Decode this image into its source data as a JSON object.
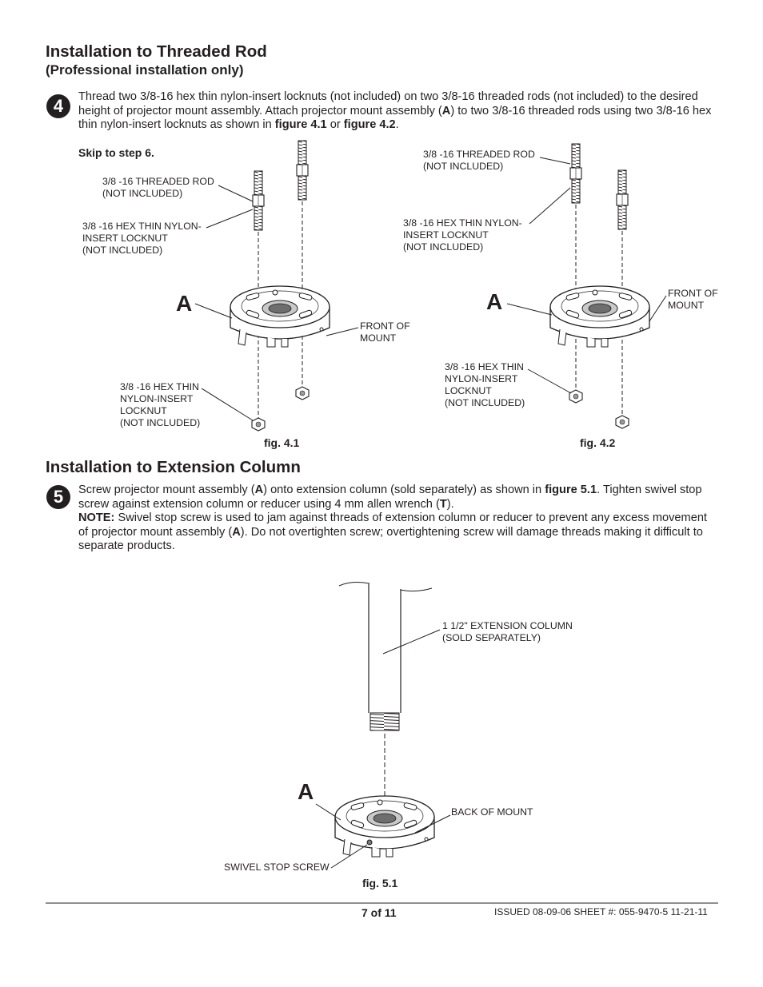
{
  "section1": {
    "title": "Installation to Threaded Rod",
    "subtitle": "(Professional installation only)"
  },
  "step4": {
    "number": "4",
    "text_a": "Thread two 3/8-16 hex thin nylon-insert locknuts (not included) on two 3/8-16 threaded rods (not included) to the desired height of projector mount assembly.  Attach projector mount assembly (",
    "bold_a": "A",
    "text_b": ") to two 3/8-16 threaded rods using two 3/8-16 hex thin nylon-insert locknuts as shown in ",
    "bold_fig1": "figure 4.1",
    "text_or": " or ",
    "bold_fig2": "figure 4.2",
    "text_end": ".",
    "skip": "Skip to step 6."
  },
  "fig41": {
    "rod_label_1": "3/8 -16 THREADED ROD",
    "rod_label_2": "(NOT INCLUDED)",
    "nut_top_1": "3/8 -16 HEX THIN NYLON-",
    "nut_top_2": "INSERT LOCKNUT",
    "nut_top_3": "(NOT INCLUDED)",
    "front_1": "FRONT OF",
    "front_2": "MOUNT",
    "nut_bot_1": "3/8 -16 HEX THIN",
    "nut_bot_2": "NYLON-INSERT",
    "nut_bot_3": "LOCKNUT",
    "nut_bot_4": "(NOT INCLUDED)",
    "letter": "A",
    "caption": "fig. 4.1"
  },
  "fig42": {
    "rod_label_1": "3/8 -16 THREADED ROD",
    "rod_label_2": "(NOT INCLUDED)",
    "nut_top_1": "3/8 -16 HEX THIN NYLON-",
    "nut_top_2": "INSERT LOCKNUT",
    "nut_top_3": "(NOT INCLUDED)",
    "front_1": "FRONT OF",
    "front_2": "MOUNT",
    "nut_bot_1": "3/8 -16 HEX THIN",
    "nut_bot_2": "NYLON-INSERT",
    "nut_bot_3": "LOCKNUT",
    "nut_bot_4": "(NOT INCLUDED)",
    "letter": "A",
    "caption": "fig. 4.2"
  },
  "section2": {
    "title": "Installation to Extension Column"
  },
  "step5": {
    "number": "5",
    "t1": "Screw projector mount assembly (",
    "b1": "A",
    "t2": ") onto extension column (sold separately) as shown in ",
    "b2": "figure 5.1",
    "t3": ".  Tighten swivel stop screw against extension column or reducer using 4 mm allen wrench (",
    "b3": "T",
    "t4": ").",
    "note_label": "NOTE:",
    "t5": " Swivel stop screw is used to jam against threads of extension column or reducer to prevent any excess movement of projector mount assembly (",
    "b4": "A",
    "t6": "). Do not overtighten screw; overtightening screw will damage threads making it difficult to separate products."
  },
  "fig51": {
    "column_1": "1 1/2\" EXTENSION COLUMN",
    "column_2": "(SOLD SEPARATELY)",
    "back": "BACK OF MOUNT",
    "swivel": "SWIVEL STOP SCREW",
    "letter": "A",
    "caption": "fig. 5.1"
  },
  "footer": {
    "page": "7 of 11",
    "issued": "ISSUED 08-09-06 SHEET #: 055-9470-5  11-21-11"
  }
}
